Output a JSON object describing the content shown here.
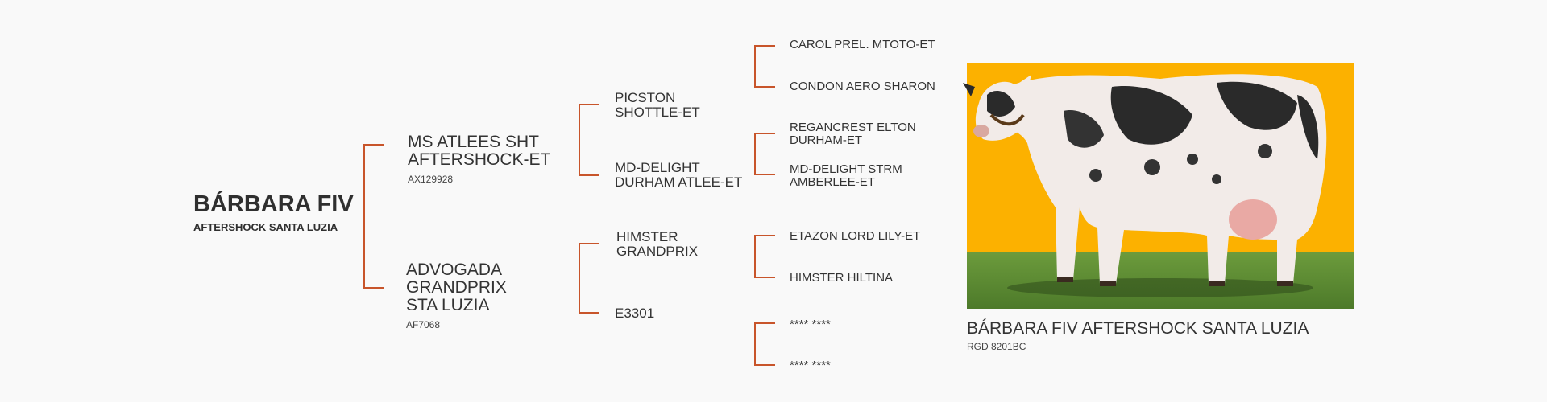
{
  "subject": {
    "name": "BÁRBARA FIV",
    "subtitle": "AFTERSHOCK SANTA LUZIA"
  },
  "parents": {
    "sire": {
      "name_line1": "MS ATLEES SHT",
      "name_line2": "AFTERSHOCK-ET",
      "code": "AX129928"
    },
    "dam": {
      "name_line1": "ADVOGADA",
      "name_line2": "GRANDPRIX",
      "name_line3": "STA LUZIA",
      "code": "AF7068"
    }
  },
  "grandparents": {
    "ss": {
      "line1": "PICSTON",
      "line2": "SHOTTLE-ET"
    },
    "sd": {
      "line1": "MD-DELIGHT",
      "line2": "DURHAM ATLEE-ET"
    },
    "ds": {
      "line1": "HIMSTER",
      "line2": "GRANDPRIX"
    },
    "dd": {
      "line1": "E3301"
    }
  },
  "great_grandparents": {
    "g1": {
      "line1": "CAROL PREL. MTOTO-ET"
    },
    "g2": {
      "line1": "CONDON AERO SHARON"
    },
    "g3": {
      "line1": "REGANCREST ELTON",
      "line2": "DURHAM-ET"
    },
    "g4": {
      "line1": "MD-DELIGHT STRM",
      "line2": "AMBERLEE-ET"
    },
    "g5": {
      "line1": "ETAZON LORD LILY-ET"
    },
    "g6": {
      "line1": "HIMSTER HILTINA"
    },
    "g7": {
      "line1": "**** ****"
    },
    "g8": {
      "line1": "**** ****"
    }
  },
  "photo": {
    "caption": "BÁRBARA FIV AFTERSHOCK SANTA LUZIA",
    "registration": "RGD 8201BC"
  },
  "colors": {
    "accent_line": "#c8552b",
    "photo_background": "#fcb100"
  }
}
